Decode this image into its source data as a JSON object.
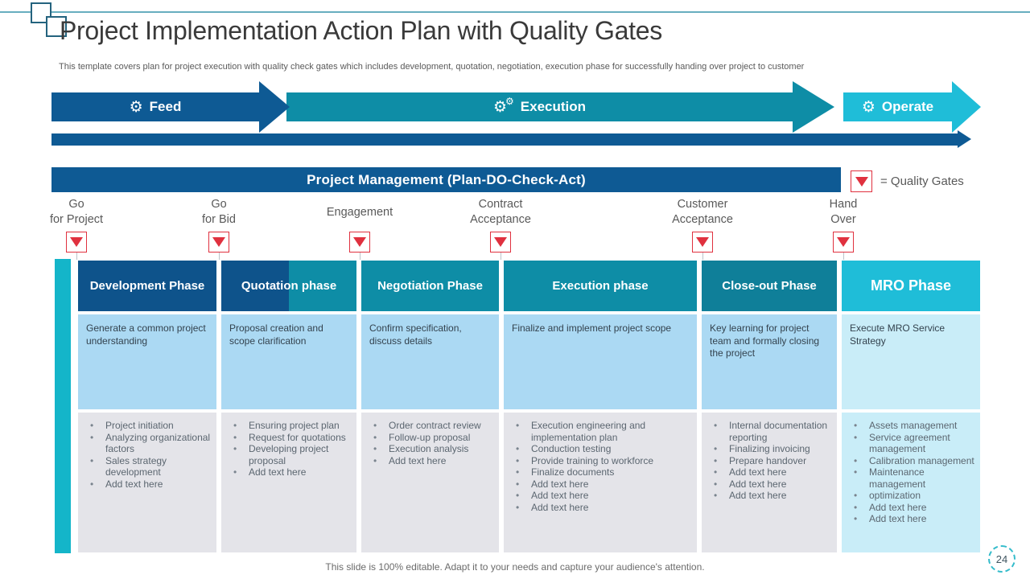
{
  "title": "Project Implementation Action Plan with Quality Gates",
  "subtitle": "This template covers plan for project execution with quality check gates which includes development, quotation, negotiation, execution phase for successfully handing over project to customer",
  "icons": {
    "gear": "⚙"
  },
  "flow_steps": [
    {
      "label": "Feed"
    },
    {
      "label": "Execution"
    },
    {
      "label": "Operate"
    }
  ],
  "banner_title": "Project Management (Plan-DO-Check-Act)",
  "legend": {
    "label": "= Quality Gates"
  },
  "gates": [
    "Go\nfor Project",
    "Go\nfor Bid",
    "Engagement",
    "Contract\nAcceptance",
    "Customer\nAcceptance",
    "Hand\nOver"
  ],
  "phases": [
    {
      "header": "Development Phase",
      "description": "Generate a common project understanding",
      "bullets": [
        "Project initiation",
        "Analyzing organizational factors",
        "Sales strategy development",
        "Add text here"
      ]
    },
    {
      "header": "Quotation phase",
      "description": "Proposal creation and scope clarification",
      "bullets": [
        "Ensuring project plan",
        "Request for quotations",
        "Developing project proposal",
        "Add text here"
      ]
    },
    {
      "header": "Negotiation Phase",
      "description": "Confirm specification, discuss details",
      "bullets": [
        "Order contract review",
        "Follow-up proposal",
        "Execution analysis",
        "Add text here"
      ]
    },
    {
      "header": "Execution phase",
      "description": "Finalize and implement project scope",
      "bullets": [
        "Execution engineering and implementation plan",
        "Conduction testing",
        "Provide training to workforce",
        "Finalize documents",
        "Add text here",
        "Add text here",
        "Add text here"
      ]
    },
    {
      "header": "Close-out Phase",
      "description": "Key learning for project team and formally closing the project",
      "bullets": [
        "Internal documentation reporting",
        "Finalizing invoicing",
        "Prepare handover",
        "Add text here",
        "Add text here",
        "Add text here"
      ]
    },
    {
      "header": "MRO Phase",
      "description": "Execute MRO Service Strategy",
      "bullets": [
        "Assets management",
        "Service agreement management",
        "Calibration management",
        "Maintenance management",
        "optimization",
        "Add text here",
        "Add text here"
      ]
    }
  ],
  "footer": "This slide is 100% editable. Adapt it to your needs and capture your audience's attention.",
  "page_number": "24",
  "colors": {
    "dark_blue": "#0e5a94",
    "teal": "#0e8da6",
    "close_out_teal": "#0f7f99",
    "cyan": "#1fbdd8",
    "accent_cyan": "#14b5c9",
    "light_blue": "#abd9f3",
    "light_cyan": "#c9edf8",
    "light_gray": "#e4e4e9",
    "gate_red": "#e0313f"
  }
}
